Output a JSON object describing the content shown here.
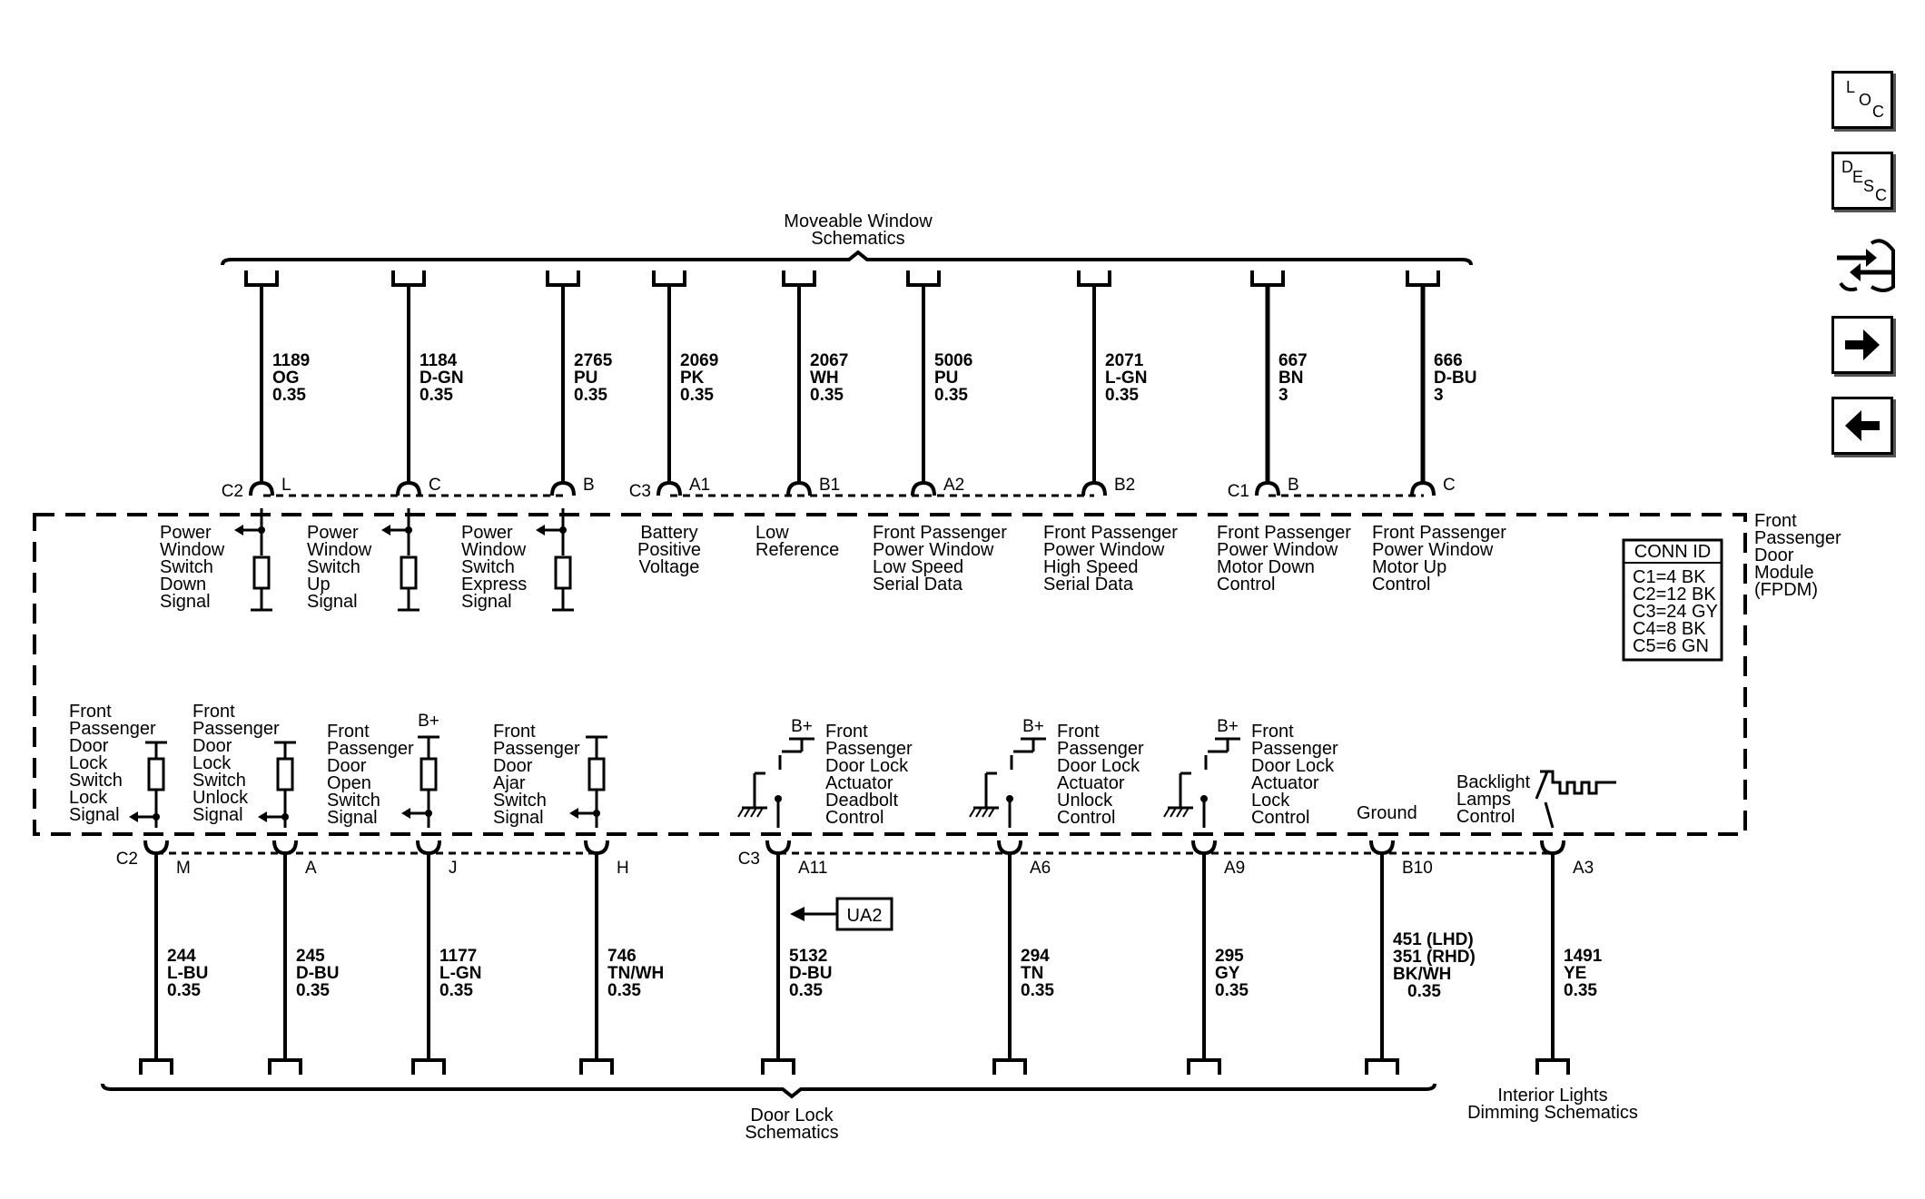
{
  "top_group_label": [
    "Moveable Window",
    "Schematics"
  ],
  "bottom_group_label": [
    "Door Lock",
    "Schematics"
  ],
  "right_group_label": [
    "Interior Lights",
    "Dimming Schematics"
  ],
  "module_label": [
    "Front",
    "Passenger",
    "Door",
    "Module",
    "(FPDM)"
  ],
  "conn_id": {
    "title": "CONN ID",
    "rows": [
      "C1=4 BK",
      "C2=12 BK",
      "C3=24 GY",
      "C4=8 BK",
      "C5=6 GN"
    ]
  },
  "nav": {
    "loc": [
      "L",
      "O",
      "C"
    ],
    "desc": [
      "D",
      "E",
      "S",
      "C"
    ]
  },
  "top_wires": [
    {
      "circuit": "1189",
      "color": "OG",
      "gauge": "0.35",
      "conn": "C2",
      "pin": "L",
      "func": [
        "Power",
        "Window",
        "Switch",
        "Down",
        "Signal"
      ]
    },
    {
      "circuit": "1184",
      "color": "D-GN",
      "gauge": "0.35",
      "conn": "",
      "pin": "C",
      "func": [
        "Power",
        "Window",
        "Switch",
        "Up",
        "Signal"
      ]
    },
    {
      "circuit": "2765",
      "color": "PU",
      "gauge": "0.35",
      "conn": "",
      "pin": "B",
      "func": [
        "Power",
        "Window",
        "Switch",
        "Express",
        "Signal"
      ]
    },
    {
      "circuit": "2069",
      "color": "PK",
      "gauge": "0.35",
      "conn": "C3",
      "pin": "A1",
      "func": [
        "Battery",
        "Positive",
        "Voltage"
      ]
    },
    {
      "circuit": "2067",
      "color": "WH",
      "gauge": "0.35",
      "conn": "",
      "pin": "B1",
      "func": [
        "Low",
        "Reference"
      ]
    },
    {
      "circuit": "5006",
      "color": "PU",
      "gauge": "0.35",
      "conn": "",
      "pin": "A2",
      "func": [
        "Front Passenger",
        "Power Window",
        "Low Speed",
        "Serial Data"
      ]
    },
    {
      "circuit": "2071",
      "color": "L-GN",
      "gauge": "0.35",
      "conn": "",
      "pin": "B2",
      "func": [
        "Front Passenger",
        "Power Window",
        "High Speed",
        "Serial Data"
      ]
    },
    {
      "circuit": "667",
      "color": "BN",
      "gauge": "3",
      "conn": "C1",
      "pin": "B",
      "func": [
        "Front Passenger",
        "Power Window",
        "Motor Down",
        "Control"
      ]
    },
    {
      "circuit": "666",
      "color": "D-BU",
      "gauge": "3",
      "conn": "",
      "pin": "C",
      "func": [
        "Front Passenger",
        "Power Window",
        "Motor Up",
        "Control"
      ]
    }
  ],
  "bottom_wires": [
    {
      "circuit": "244",
      "color": "L-BU",
      "gauge": "0.35",
      "conn": "C2",
      "pin": "M",
      "func": [
        "Front",
        "Passenger",
        "Door",
        "Lock",
        "Switch",
        "Lock",
        "Signal"
      ]
    },
    {
      "circuit": "245",
      "color": "D-BU",
      "gauge": "0.35",
      "conn": "",
      "pin": "A",
      "func": [
        "Front",
        "Passenger",
        "Door",
        "Lock",
        "Switch",
        "Unlock",
        "Signal"
      ]
    },
    {
      "circuit": "1177",
      "color": "L-GN",
      "gauge": "0.35",
      "conn": "",
      "pin": "J",
      "func": [
        "Front",
        "Passenger",
        "Door",
        "Open",
        "Switch",
        "Signal"
      ],
      "supply": "B+"
    },
    {
      "circuit": "746",
      "color": "TN/WH",
      "gauge": "0.35",
      "conn": "",
      "pin": "H",
      "func": [
        "Front",
        "Passenger",
        "Door",
        "Ajar",
        "Switch",
        "Signal"
      ]
    },
    {
      "circuit": "5132",
      "color": "D-BU",
      "gauge": "0.35",
      "conn": "C3",
      "pin": "A11",
      "func": [
        "Front",
        "Passenger",
        "Door Lock",
        "Actuator",
        "Deadbolt",
        "Control"
      ],
      "supply": "B+"
    },
    {
      "circuit": "294",
      "color": "TN",
      "gauge": "0.35",
      "conn": "",
      "pin": "A6",
      "func": [
        "Front",
        "Passenger",
        "Door Lock",
        "Actuator",
        "Unlock",
        "Control"
      ],
      "supply": "B+"
    },
    {
      "circuit": "295",
      "color": "GY",
      "gauge": "0.35",
      "conn": "",
      "pin": "A9",
      "func": [
        "Front",
        "Passenger",
        "Door Lock",
        "Actuator",
        "Lock",
        "Control"
      ],
      "supply": "B+"
    },
    {
      "circuit_lines": [
        "451 (LHD)",
        "351 (RHD)"
      ],
      "color": "BK/WH",
      "gauge": "0.35",
      "conn": "",
      "pin": "B10",
      "func": [
        "Ground"
      ]
    },
    {
      "circuit": "1491",
      "color": "YE",
      "gauge": "0.35",
      "conn": "",
      "pin": "A3",
      "func": [
        "Backlight",
        "Lamps",
        "Control"
      ]
    }
  ],
  "ua2_label": "UA2"
}
